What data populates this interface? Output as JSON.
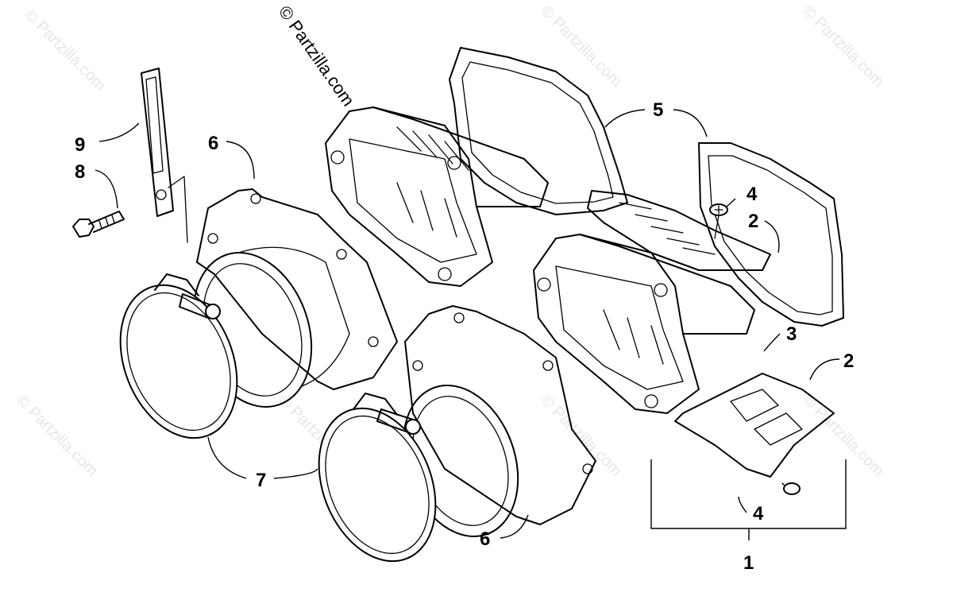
{
  "watermark": {
    "main_text": "© Partzilla.com",
    "faint_text": "© Partzilla.com"
  },
  "callouts": {
    "c1": "1",
    "c2a": "2",
    "c2b": "2",
    "c3": "3",
    "c4a": "4",
    "c4b": "4",
    "c5": "5",
    "c6a": "6",
    "c6b": "6",
    "c7": "7",
    "c8": "8",
    "c9": "9"
  }
}
